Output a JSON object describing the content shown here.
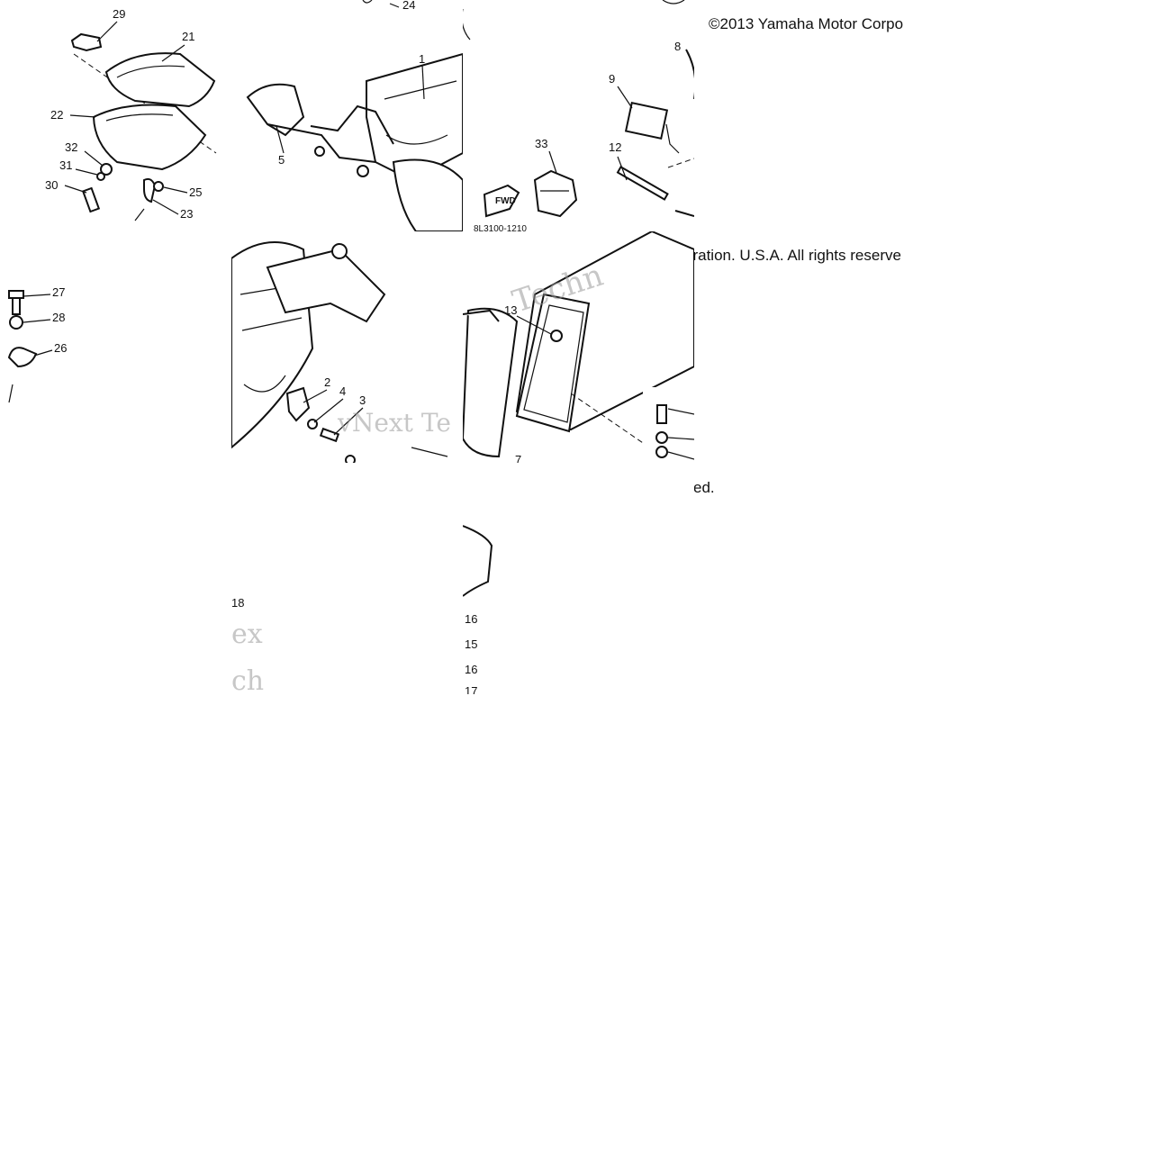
{
  "copyright": {
    "line1": "©2013 Yamaha Motor Corpo",
    "line2": "oration. U.S.A. All rights reserve",
    "line3": "ed."
  },
  "callouts": {
    "c1": "1",
    "c2": "2",
    "c3": "3",
    "c4": "4",
    "c5": "5",
    "c7": "7",
    "c8": "8",
    "c9": "9",
    "c12": "12",
    "c13": "13",
    "c21": "21",
    "c22": "22",
    "c23": "23",
    "c24": "24",
    "c25": "25",
    "c26": "26",
    "c27": "27",
    "c28": "28",
    "c29": "29",
    "c30": "30",
    "c31": "31",
    "c32": "32",
    "c33": "33",
    "c18": "18",
    "c16": "16",
    "c15": "15",
    "c17": "17"
  },
  "part_codes": {
    "code1": "8L3100-1210"
  },
  "watermark": {
    "text": "vNext Tech",
    "fragment1": "vNext Te",
    "fragment2": "Techn",
    "fragment3": "ch",
    "fragment4": "ex"
  },
  "colors": {
    "ink": "#111111",
    "paper": "#ffffff",
    "watermark": "#9a9a9a"
  }
}
